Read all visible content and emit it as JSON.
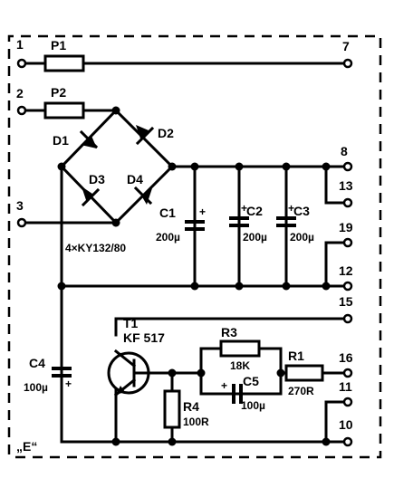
{
  "frame_label": "„E“",
  "terminals": {
    "t1": "1",
    "t2": "2",
    "t3": "3",
    "t7": "7",
    "t8": "8",
    "t13": "13",
    "t19": "19",
    "t12": "12",
    "t15": "15",
    "t16": "16",
    "t11": "11",
    "t10": "10"
  },
  "fuses": {
    "p1": "P1",
    "p2": "P2"
  },
  "diodes": {
    "d1": "D1",
    "d2": "D2",
    "d3": "D3",
    "d4": "D4"
  },
  "diode_note": "4×KY132/80",
  "capacitors": {
    "c1": {
      "name": "C1",
      "value": "200µ"
    },
    "c2": {
      "name": "C2",
      "value": "200µ"
    },
    "c3": {
      "name": "C3",
      "value": "200µ"
    },
    "c4": {
      "name": "C4",
      "value": "100µ"
    },
    "c5": {
      "name": "C5",
      "value": "100µ"
    }
  },
  "transistor": {
    "name": "T1",
    "type": "KF 517"
  },
  "resistors": {
    "r1": {
      "name": "R1",
      "value": "270R"
    },
    "r3": {
      "name": "R3",
      "value": "18K"
    },
    "r4": {
      "name": "R4",
      "value": "100R"
    }
  },
  "plus_mark": "+"
}
